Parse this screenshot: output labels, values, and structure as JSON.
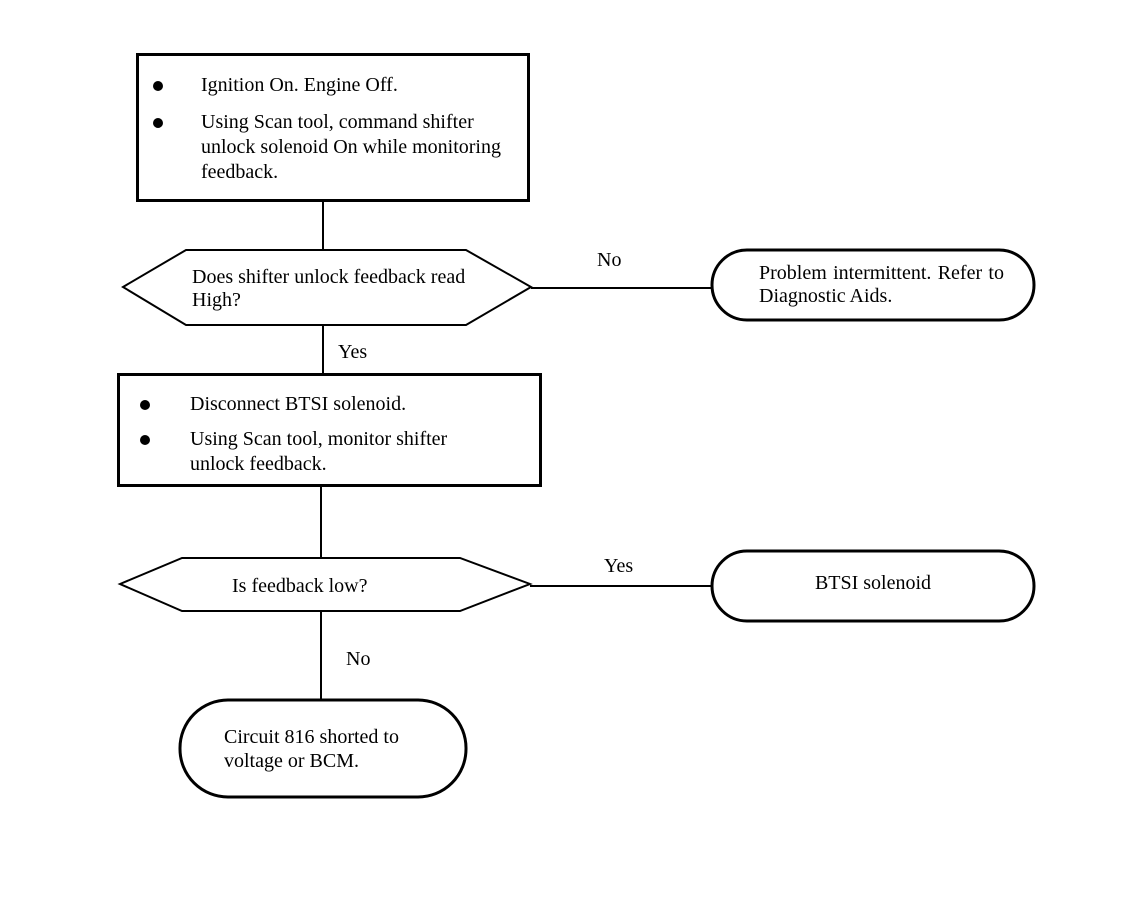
{
  "step1": {
    "items": [
      "Ignition On. Engine Off.",
      "Using Scan tool, command shifter unlock solenoid On while monitoring feedback."
    ]
  },
  "decision1": {
    "question": "Does shifter unlock feedback read High?",
    "no_label": "No",
    "yes_label": "Yes"
  },
  "result1": {
    "text": "Problem intermittent. Refer to Diagnostic Aids."
  },
  "step2": {
    "items": [
      "Disconnect BTSI solenoid.",
      "Using Scan tool, monitor shifter unlock feedback."
    ]
  },
  "decision2": {
    "question": "Is feedback low?",
    "yes_label": "Yes",
    "no_label": "No"
  },
  "result2": {
    "text": "BTSI solenoid"
  },
  "result3": {
    "text": "Circuit 816 shorted to voltage or BCM."
  }
}
